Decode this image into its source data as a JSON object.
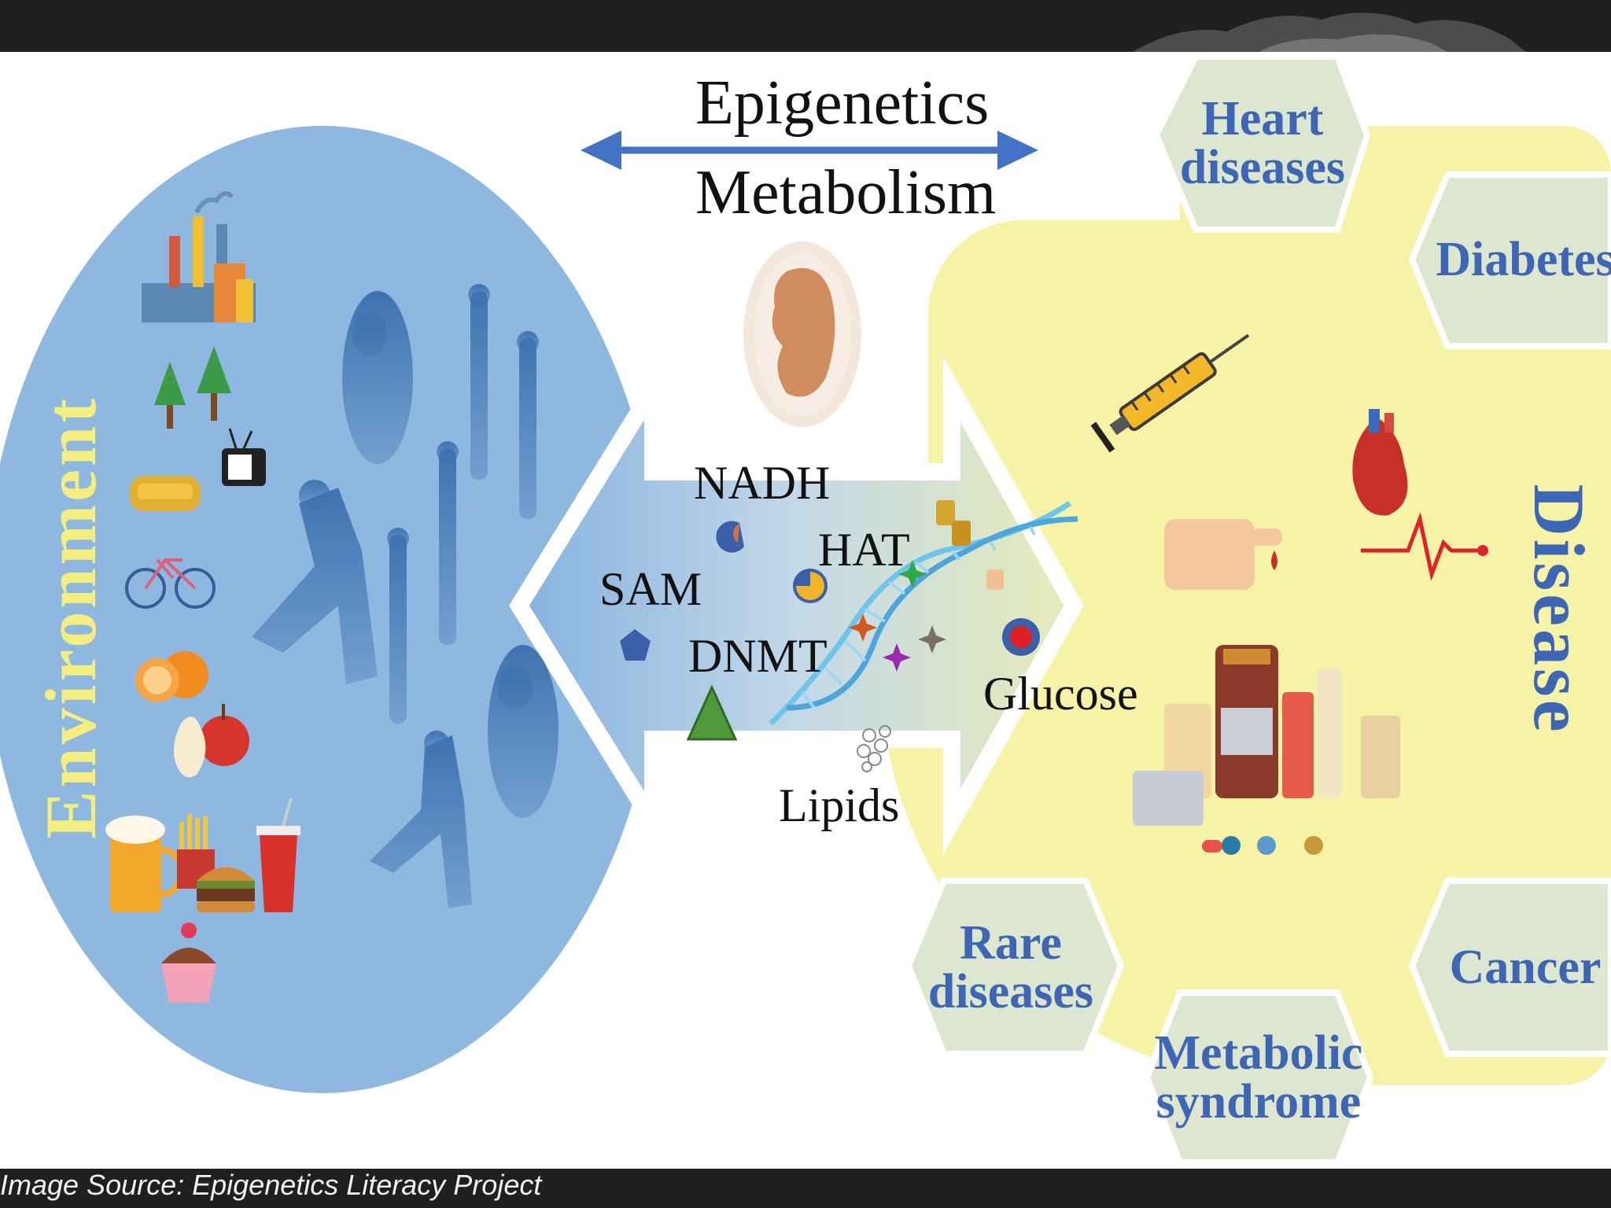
{
  "header": {
    "title_top": "Epigenetics",
    "title_bottom": "Metabolism"
  },
  "environment": {
    "label": "Environment",
    "icons": [
      "factory-icon",
      "trees-icon",
      "tv-icon",
      "sofa-icon",
      "bicycle-icon",
      "orange-icon",
      "apple-icon",
      "beer-icon",
      "fries-icon",
      "burger-icon",
      "soda-icon",
      "cupcake-icon"
    ]
  },
  "center": {
    "molecules": {
      "nadh": "NADH",
      "hat": "HAT",
      "sam": "SAM",
      "dnmt": "DNMT",
      "glucose": "Glucose",
      "lipids": "Lipids"
    }
  },
  "disease": {
    "label": "Disease",
    "hexagons": {
      "heart": "Heart diseases",
      "diabetes": "Diabetes",
      "rare": "Rare diseases",
      "cancer": "Cancer",
      "metabolic": "Metabolic syndrome"
    }
  },
  "footer": {
    "caption": "Image Source: Epigenetics Literacy Project"
  },
  "colors": {
    "environment_blue": "#8fb8e0",
    "disease_yellow": "#f7f3a6",
    "hexagon": "#dde6cf",
    "label_blue": "#3d66b6",
    "arrow_blue": "#4472c4"
  }
}
